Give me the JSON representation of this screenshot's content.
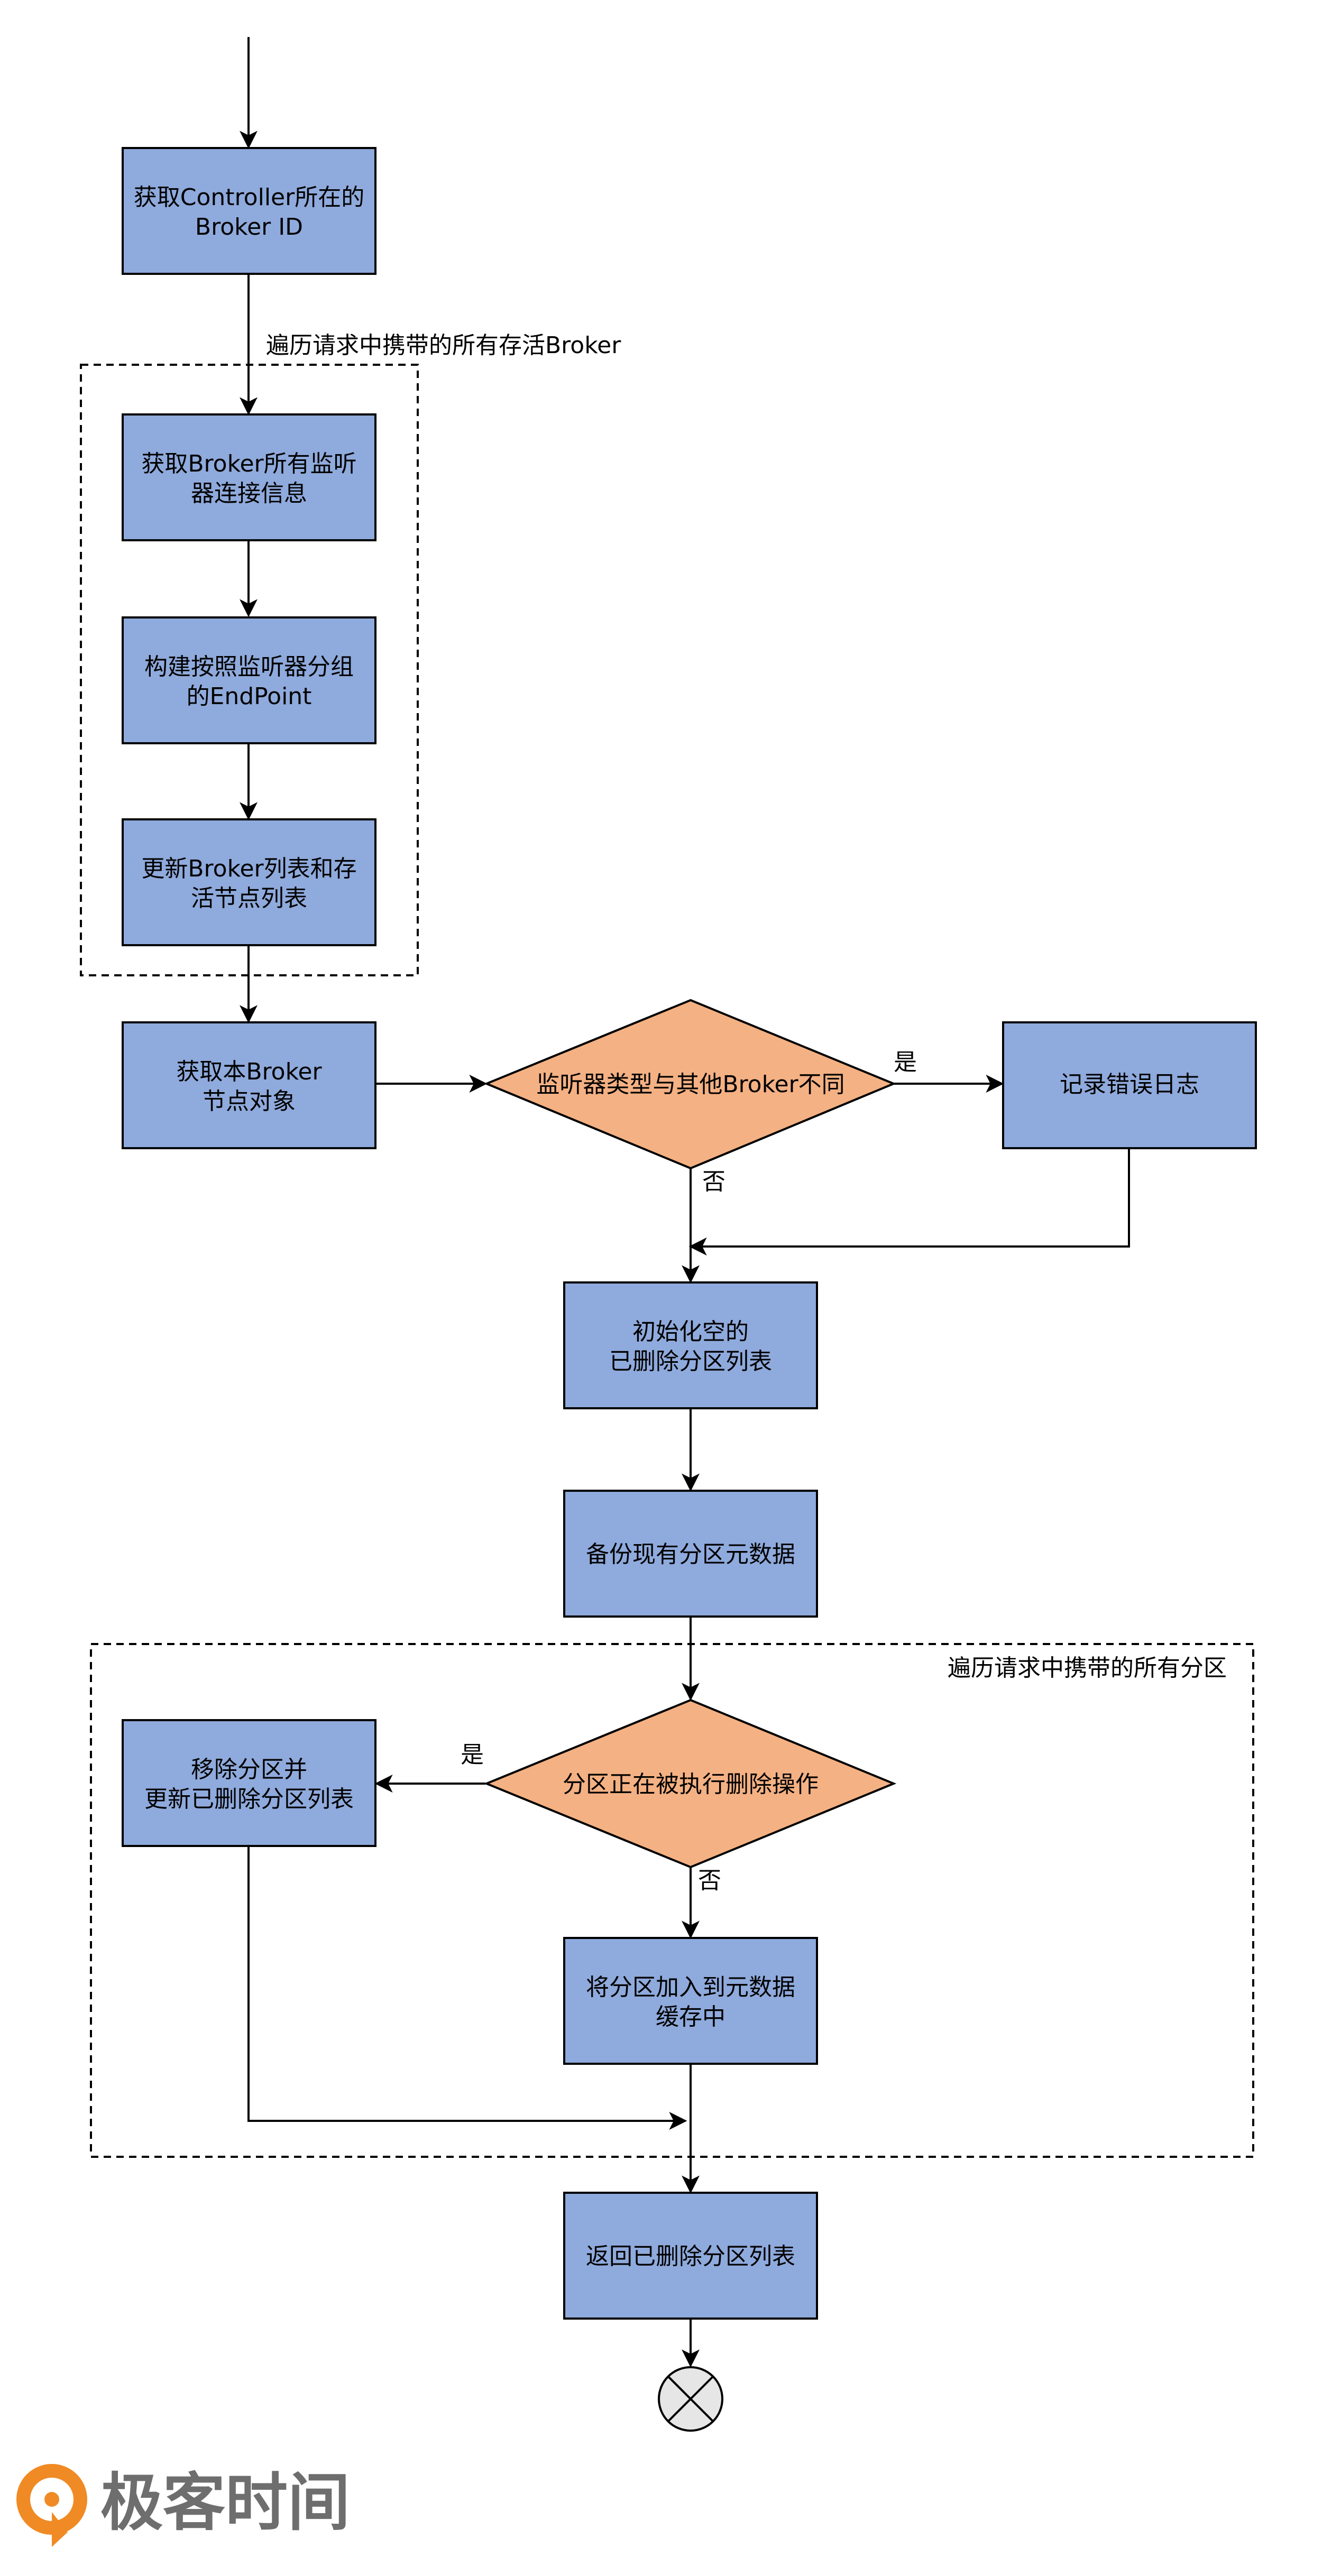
{
  "colors": {
    "process_fill": "#8FAADC",
    "decision_fill": "#F4B183",
    "stroke": "#000000",
    "background": "#FFFFFF",
    "logo_orange": "#F08A24",
    "logo_text": "#6E6E6E",
    "terminal_fill": "#E6E6E6"
  },
  "nodes": {
    "get_controller": {
      "line1": "获取Controller所在的",
      "line2": "Broker ID"
    },
    "get_listeners": {
      "line1": "获取Broker所有监听",
      "line2": "器连接信息"
    },
    "build_endpoint": {
      "line1": "构建按照监听器分组",
      "line2": "的EndPoint"
    },
    "update_lists": {
      "line1": "更新Broker列表和存",
      "line2": "活节点列表"
    },
    "get_local_broker": {
      "line1": "获取本Broker",
      "line2": "节点对象"
    },
    "listener_diff": {
      "label": "监听器类型与其他Broker不同"
    },
    "log_error": {
      "label": "记录错误日志"
    },
    "init_deleted": {
      "line1": "初始化空的",
      "line2": "已删除分区列表"
    },
    "backup_meta": {
      "label": "备份现有分区元数据"
    },
    "deleting_check": {
      "label": "分区正在被执行删除操作"
    },
    "remove_partition": {
      "line1": "移除分区并",
      "line2": "更新已删除分区列表"
    },
    "add_to_cache": {
      "line1": "将分区加入到元数据",
      "line2": "缓存中"
    },
    "return_deleted": {
      "label": "返回已删除分区列表"
    }
  },
  "groups": {
    "brokers_loop": "遍历请求中携带的所有存活Broker",
    "partitions_loop": "遍历请求中携带的所有分区"
  },
  "edges": {
    "listener_yes": "是",
    "listener_no": "否",
    "deleting_yes": "是",
    "deleting_no": "否"
  },
  "terminal": {
    "icon": "end-cross-circle-icon"
  },
  "logo": {
    "text": "极客时间",
    "icon": "geekbang-logo-icon"
  }
}
